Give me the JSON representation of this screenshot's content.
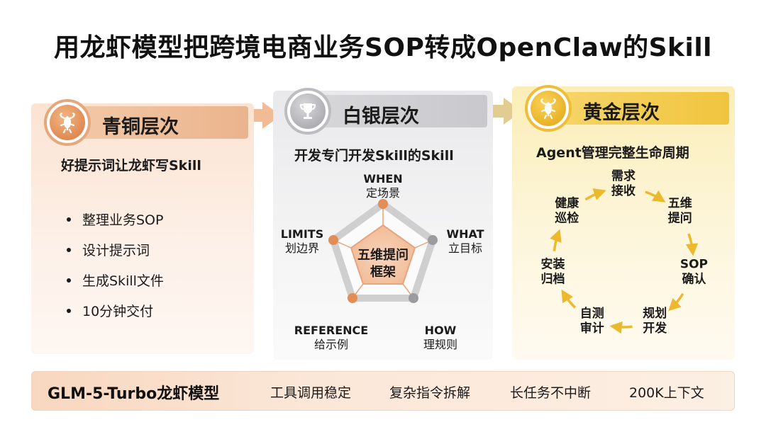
{
  "title": "用龙虾模型把跨境电商业务SOP转成OpenClaw的Skill",
  "bronze": {
    "tier": "青铜层次",
    "subtitle": "好提示词让龙虾写Skill",
    "items": [
      "整理业务SOP",
      "设计提示词",
      "生成Skill文件",
      "10分钟交付"
    ],
    "icon": "lobster-icon",
    "color": "#e5a87c"
  },
  "silver": {
    "tier": "白银层次",
    "subtitle": "开发专门开发Skill的Skill",
    "icon": "trophy-icon",
    "color": "#bdbdc1",
    "center": "五维提问\n框架",
    "dims": [
      {
        "en": "WHEN",
        "zh": "定场景"
      },
      {
        "en": "WHAT",
        "zh": "立目标"
      },
      {
        "en": "HOW",
        "zh": "理规则"
      },
      {
        "en": "REFERENCE",
        "zh": "给示例"
      },
      {
        "en": "LIMITS",
        "zh": "划边界"
      }
    ]
  },
  "gold": {
    "tier": "黄金层次",
    "subtitle": "Agent管理完整生命周期",
    "icon": "lobster-icon",
    "color": "#eebd3a",
    "cycle": [
      "需求\n接收",
      "五维\n提问",
      "SOP\n确认",
      "规划\n开发",
      "自测\n审计",
      "安装\n归档",
      "健康\n巡检"
    ]
  },
  "bottom": {
    "model": "GLM-5-Turbo龙虾模型",
    "features": [
      "工具调用稳定",
      "复杂指令拆解",
      "长任务不中断",
      "200K上下文"
    ]
  }
}
